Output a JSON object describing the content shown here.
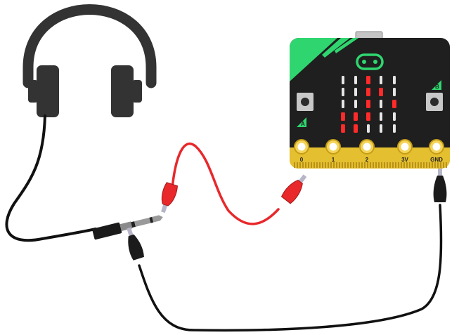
{
  "board": {
    "name": "micro:bit",
    "pins": [
      {
        "label": "0",
        "connected": true
      },
      {
        "label": "1",
        "connected": false
      },
      {
        "label": "2",
        "connected": false
      },
      {
        "label": "3V",
        "connected": false
      },
      {
        "label": "GND",
        "connected": true
      }
    ],
    "buttons": [
      {
        "label": "A"
      },
      {
        "label": "B"
      }
    ],
    "led_matrix": {
      "rows": 5,
      "cols": 5,
      "lit": [
        [
          0,
          0,
          1,
          0,
          0
        ],
        [
          0,
          0,
          1,
          1,
          0
        ],
        [
          0,
          0,
          1,
          0,
          1
        ],
        [
          1,
          1,
          1,
          0,
          0
        ],
        [
          1,
          1,
          0,
          0,
          0
        ]
      ]
    }
  },
  "wires": [
    {
      "name": "signal-wire",
      "from": "pin 0",
      "to": "headphone plug tip",
      "color": "#e8282b"
    },
    {
      "name": "ground-wire",
      "from": "pin GND",
      "to": "headphone plug sleeve",
      "color": "#111111"
    }
  ],
  "colors": {
    "board": "#1f1f1f",
    "accent": "#2fd66f",
    "gold": "#e4bf2f",
    "led_on": "#ff2a2a",
    "led_off": "#e6e6e6",
    "clip_red": "#e8282b",
    "clip_black": "#1b1b1b",
    "headphones": "#333333"
  }
}
